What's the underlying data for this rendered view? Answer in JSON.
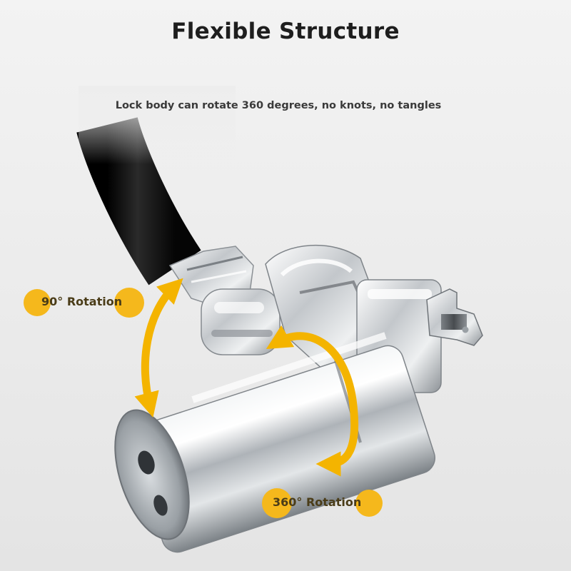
{
  "header": {
    "title": "Flexible Structure",
    "subtitle": "Lock body can rotate 360 degrees, no knots, no tangles"
  },
  "callouts": {
    "rotation_90": "90° Rotation",
    "rotation_360": "360° Rotation"
  },
  "colors": {
    "accent": "#f5b81c",
    "arrow": "#f4b400",
    "background": "#e9e9e9",
    "cable": "#111111",
    "metal": "#c8ccd0"
  }
}
